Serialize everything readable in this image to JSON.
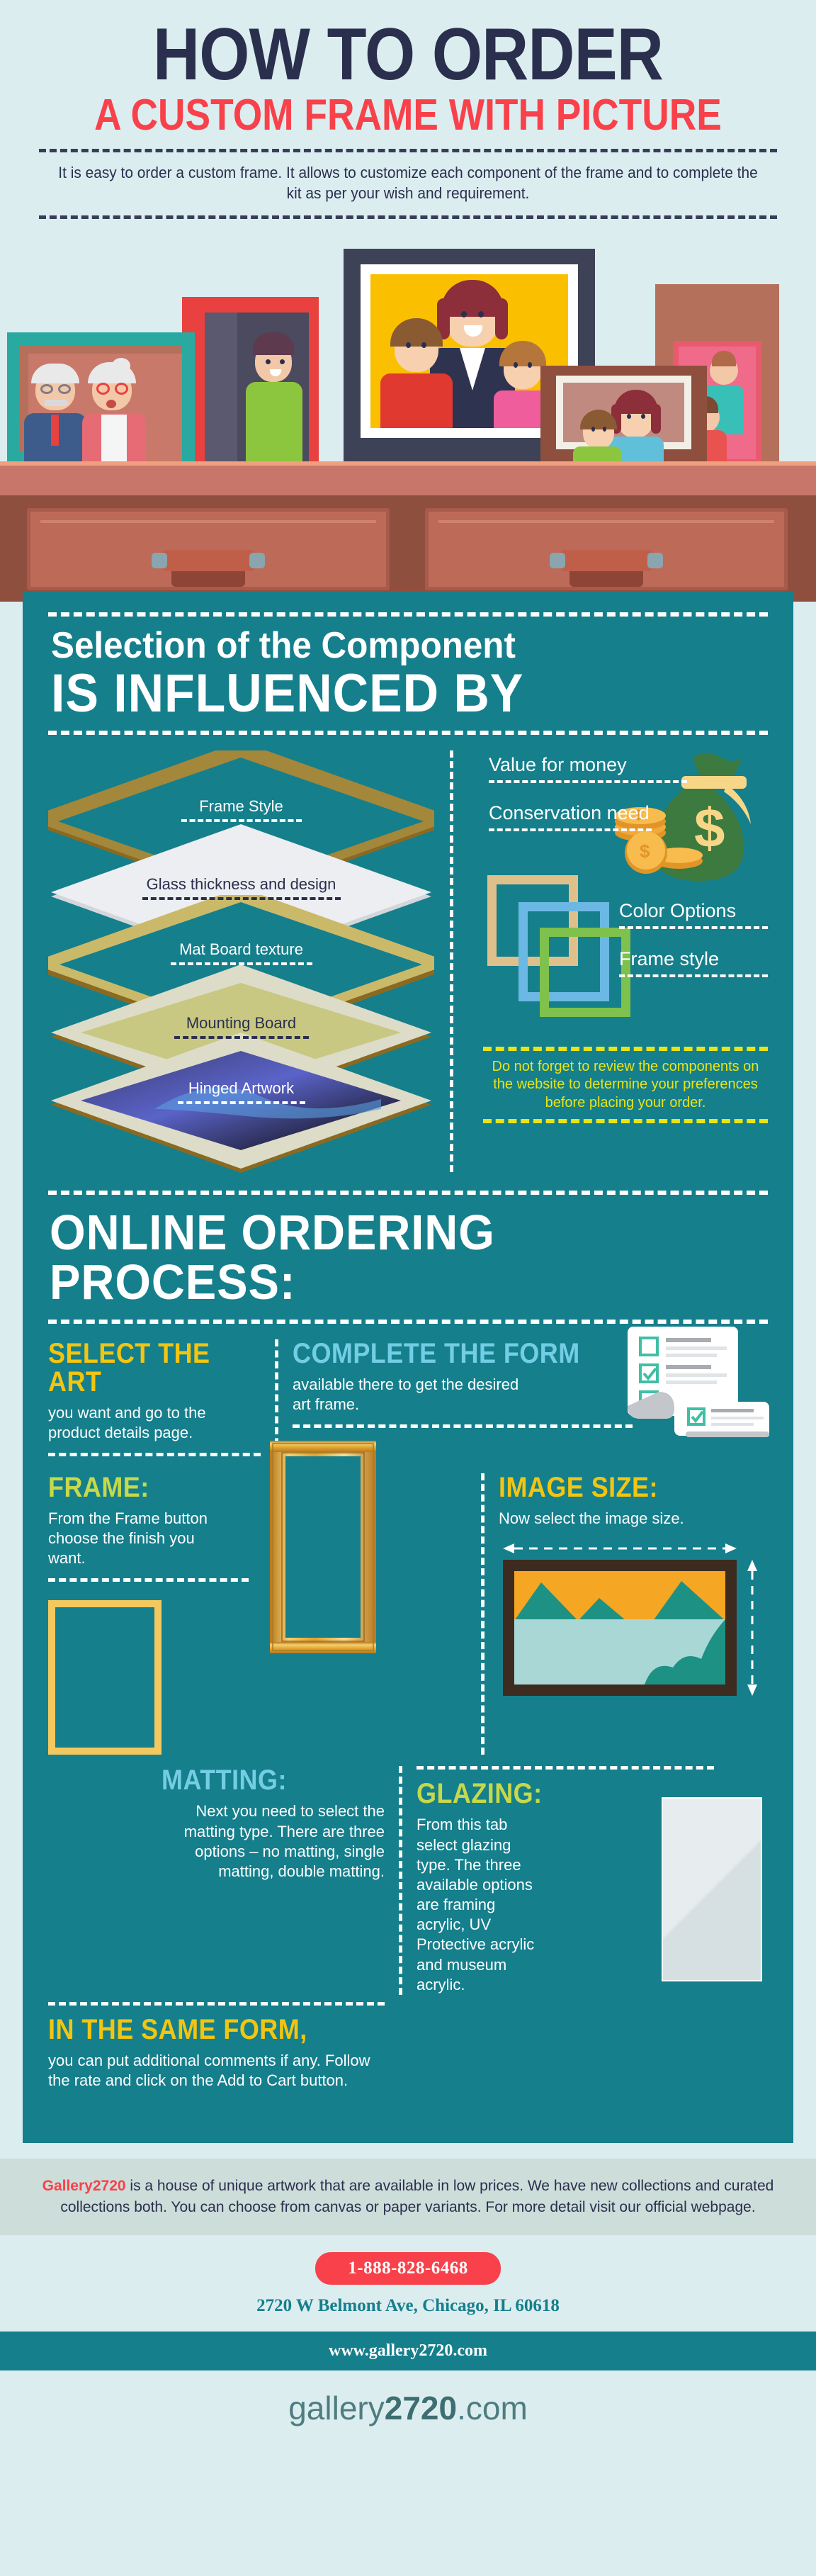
{
  "header": {
    "title": "HOW TO ORDER",
    "subtitle": "A CUSTOM FRAME WITH PICTURE",
    "description": "It is easy to order a custom frame. It allows to customize each component of the frame and to complete the kit as per your wish and requirement."
  },
  "selection": {
    "heading_line1": "Selection of the Component",
    "heading_line2": "IS INFLUENCED BY",
    "components": [
      {
        "label": "Frame Style",
        "color": "#ffffff"
      },
      {
        "label": "Glass thickness and design",
        "color": "#2b2f4e"
      },
      {
        "label": "Mat Board texture",
        "color": "#ffffff"
      },
      {
        "label": "Mounting Board",
        "color": "#2b2f4e"
      },
      {
        "label": "Hinged Artwork",
        "color": "#ffffff"
      }
    ],
    "factors": [
      {
        "label": "Value for money"
      },
      {
        "label": "Conservation need"
      },
      {
        "label": "Color Options"
      },
      {
        "label": "Frame style"
      }
    ],
    "note": "Do not forget to review the components on the website to determine your preferences before placing your order."
  },
  "process": {
    "heading": "ONLINE ORDERING PROCESS:",
    "steps": [
      {
        "title": "SELECT THE ART",
        "title_color": "#f2c511",
        "body": "you want and go to the product details page."
      },
      {
        "title": "COMPLETE THE FORM",
        "title_color": "#73cde4",
        "body": "available there to get the desired art frame."
      },
      {
        "title": "FRAME:",
        "title_color": "#c6d94a",
        "body": "From the Frame button choose the finish you want."
      },
      {
        "title": "IMAGE SIZE:",
        "title_color": "#f2c511",
        "body": "Now select the image size."
      },
      {
        "title": "MATTING:",
        "title_color": "#73cde4",
        "body": "Next you need to select the matting type. There are three options – no matting, single matting, double matting."
      },
      {
        "title": "GLAZING:",
        "title_color": "#c6d94a",
        "body": "From this tab select glazing type. The three available options are framing acrylic, UV Protective acrylic and museum acrylic."
      },
      {
        "title": "IN THE SAME FORM,",
        "title_color": "#f2c511",
        "body": "you can put additional comments if any. Follow the rate and click on the Add to Cart button."
      }
    ]
  },
  "about": {
    "brand": "Gallery2720",
    "text": " is a house of unique artwork that are available in low prices. We have new collections and curated collections both. You can choose from canvas or paper variants. For more detail visit our official webpage."
  },
  "contact": {
    "phone": "1-888-828-6468",
    "address": "2720 W Belmont Ave, Chicago, IL 60618",
    "website": "www.gallery2720.com",
    "logo_light": "gallery",
    "logo_bold": "2720",
    "logo_tld": ".com"
  },
  "colors": {
    "teal": "#157f8c",
    "page_bg": "#dcedf0",
    "navy": "#2b2f4e",
    "red": "#f8414a",
    "yellow": "#e9e417"
  }
}
